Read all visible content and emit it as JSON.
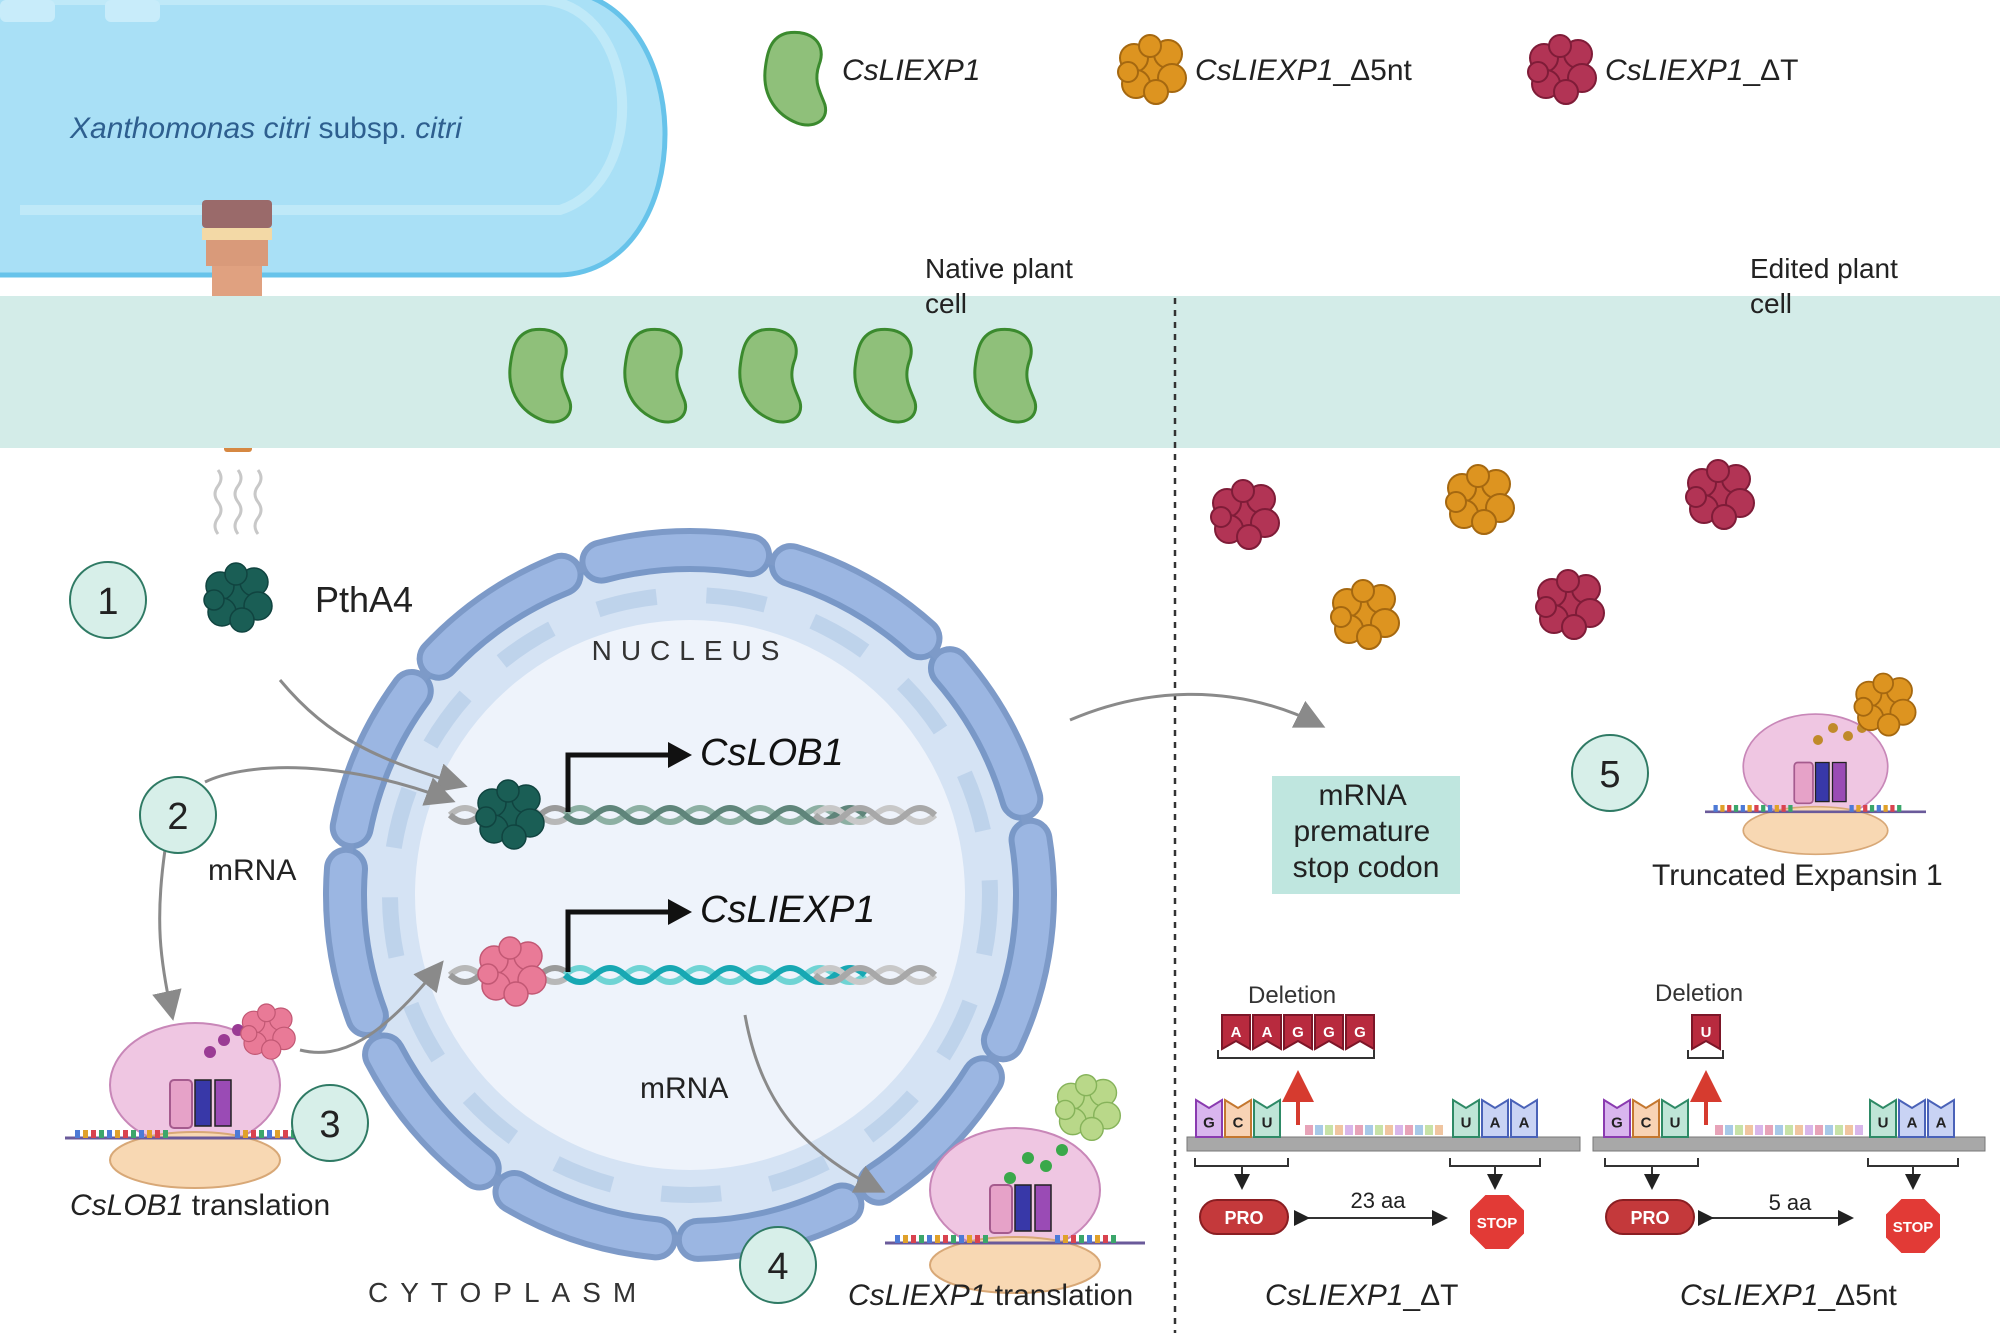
{
  "legend": {
    "wt": "CsLIEXP1",
    "d5_prefix": "CsLIEXP1",
    "d5_suffix": "_Δ5nt",
    "dT_prefix": "CsLIEXP1",
    "dT_suffix": "_ΔT"
  },
  "bacterium": {
    "name_genus": "Xanthomonas citri",
    "name_mid": " subsp. ",
    "name_end": "citri"
  },
  "native_label": [
    "Native plant",
    "cell"
  ],
  "edited_label": [
    "Edited plant",
    "cell"
  ],
  "effector": "PthA4",
  "steps": [
    "1",
    "2",
    "3",
    "4",
    "5"
  ],
  "nucleus_label": "NUCLEUS",
  "cytoplasm_label": "CYTOPLASM",
  "gene1": "CsLOB1",
  "gene2": "CsLIEXP1",
  "mrna_label": "mRNA",
  "translation1_gene": "CsLOB1",
  "translation2_gene": "CsLIEXP1",
  "translation_suffix": " translation",
  "premature_box": [
    "mRNA",
    "premature",
    "stop codon"
  ],
  "truncated_label": "Truncated Expansin 1",
  "deletion_label": "Deletion",
  "deletion_T_letters": [
    "A",
    "A",
    "G",
    "G",
    "G"
  ],
  "deletion_5_letters": [
    "U"
  ],
  "start_codon": [
    "G",
    "C",
    "U"
  ],
  "stop_codon": [
    "U",
    "A",
    "A"
  ],
  "pro_label": "PRO",
  "stop_label": "STOP",
  "aa_T": "23 aa",
  "aa_5": "5 aa",
  "variant_T_prefix": "CsLIEXP1",
  "variant_T_suffix": "_ΔT",
  "variant_5_prefix": "CsLIEXP1",
  "variant_5_suffix": "_Δ5nt",
  "colors": {
    "wt_protein": "#8fc07a",
    "d5_protein": "#dd9420",
    "dT_protein": "#b23455",
    "pthA4": "#1a5e55",
    "lob_activator": "#e97a97",
    "band": "#d3ece8",
    "bacterium": "#a9e0f6"
  }
}
